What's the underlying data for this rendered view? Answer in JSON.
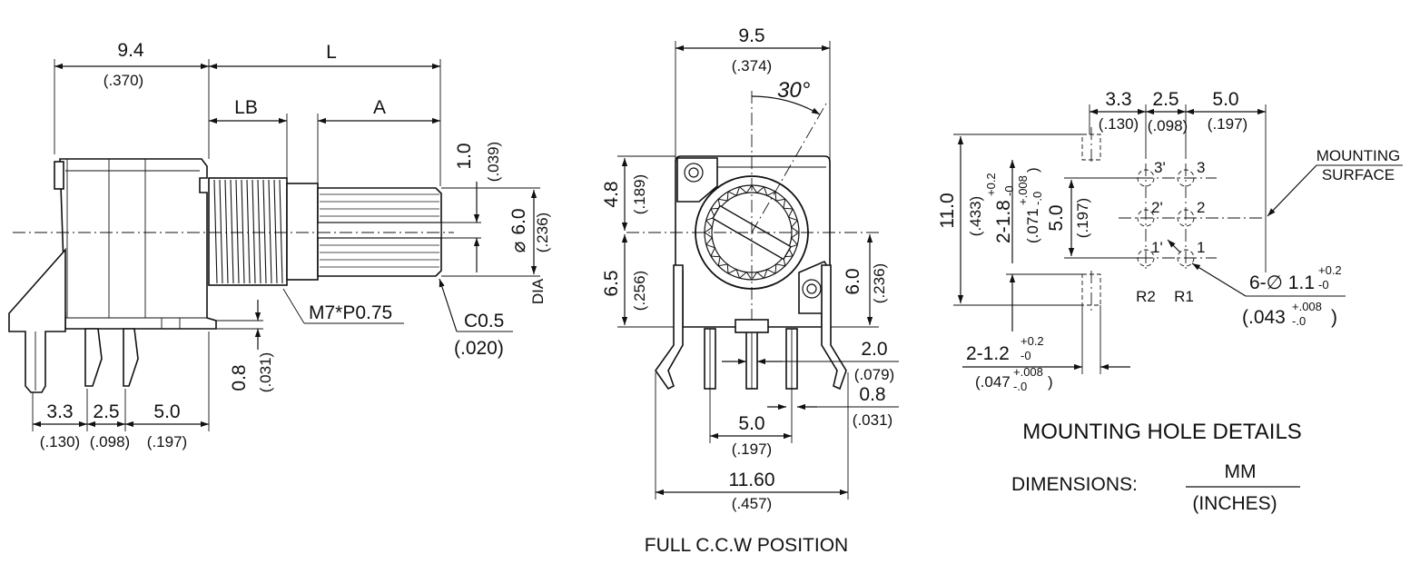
{
  "side_view": {
    "overall_width_mm": "9.4",
    "overall_width_in": "(.370)",
    "length_label": "L",
    "bushing_label": "LB",
    "shaft_label": "A",
    "flat_mm": "1.0",
    "flat_in": "(.039)",
    "shaft_dia_mm": "6.0",
    "shaft_dia_in": "(.236)",
    "dia_label": "DIA",
    "thread_label": "M7*P0.75",
    "chamfer_mm": "C0.5",
    "chamfer_in": "(.020)",
    "tab_mm": "0.8",
    "tab_in": "(.031)",
    "pin_gaps_mm": [
      "3.3",
      "2.5",
      "5.0"
    ],
    "pin_gaps_in": [
      "(.130)",
      "(.098)",
      "(.197)"
    ]
  },
  "front_view": {
    "width_mm": "9.5",
    "width_in": "(.374)",
    "angle_label": "30°",
    "upper_height_mm": "4.8",
    "upper_height_in": "(.189)",
    "lower_height_mm": "6.5",
    "lower_height_in": "(.256)",
    "right_height_mm": "6.0",
    "right_height_in": "(.236)",
    "lead_width_mm": "2.0",
    "lead_width_in": "(.079)",
    "lead_thickness_mm": "0.8",
    "lead_thickness_in": "(.031)",
    "pin_pitch_mm": "5.0",
    "pin_pitch_in": "(.197)",
    "bracket_span_mm": "11.60",
    "bracket_span_in": "(.457)",
    "caption": "FULL C.C.W POSITION"
  },
  "hole_view": {
    "top_gaps_mm": [
      "3.3",
      "2.5",
      "5.0"
    ],
    "top_gaps_in": [
      "(.130)",
      "(.098)",
      "(.197)"
    ],
    "height_mm": "11.0",
    "height_in": "(.433)",
    "slot_upper_main": "2-1.8",
    "slot_upper_tol_plus": "+0.2",
    "slot_upper_tol_minus": "-0",
    "slot_upper_in": "(.071",
    "slot_upper_in_tol_plus": "+.008",
    "slot_upper_in_tol_minus": "-.0",
    "slot_upper_in_close": ")",
    "row_pitch_mm": "5.0",
    "row_pitch_in": "(.197)",
    "pin_labels": [
      "3'",
      "3",
      "2'",
      "2",
      "1'",
      "1"
    ],
    "row_labels": [
      "R2",
      "R1"
    ],
    "mounting_surface_line1": "MOUNTING",
    "mounting_surface_line2": "SURFACE",
    "hole_main": "6-∅ 1.1",
    "hole_tol_plus": "+0.2",
    "hole_tol_minus": "-0",
    "hole_in": "(.043",
    "hole_in_tol_plus": "+.008",
    "hole_in_tol_minus": "-.0",
    "hole_in_close": ")",
    "slot_lower_main": "2-1.2",
    "slot_lower_tol_plus": "+0.2",
    "slot_lower_tol_minus": "-0",
    "slot_lower_in": "(.047",
    "slot_lower_in_tol_plus": "+.008",
    "slot_lower_in_tol_minus": "-.0",
    "slot_lower_in_close": ")"
  },
  "notes": {
    "title": "MOUNTING HOLE DETAILS",
    "dimensions_label": "DIMENSIONS:",
    "unit_top": "MM",
    "unit_bottom": "(INCHES)"
  }
}
